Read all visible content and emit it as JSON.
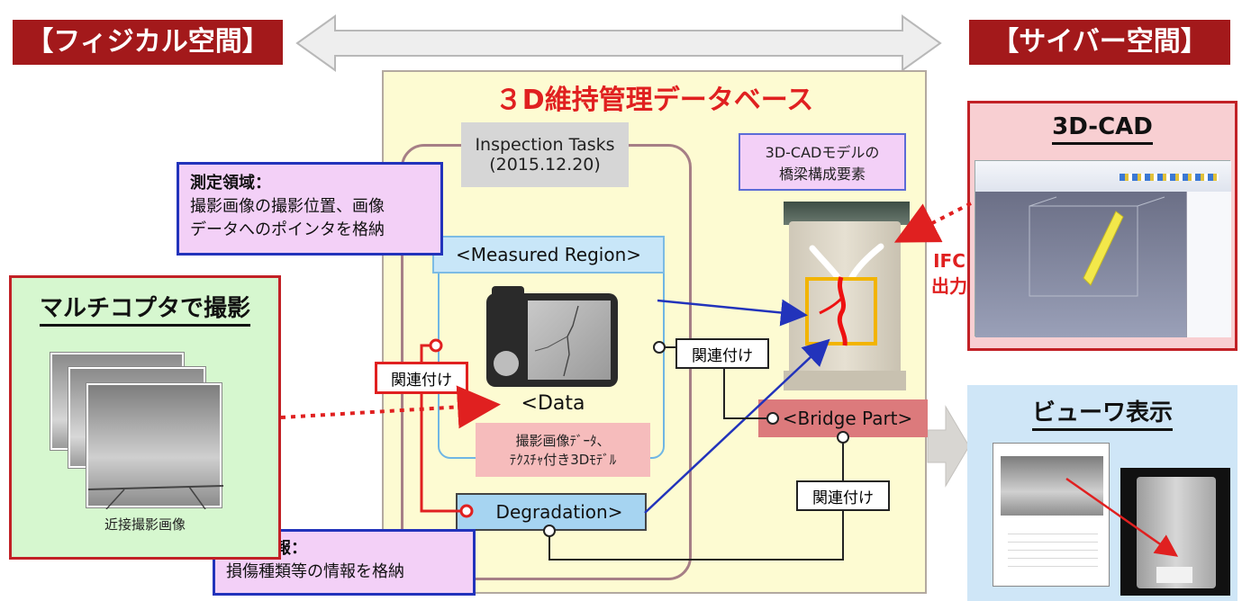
{
  "header": {
    "physical": "【フィジカル空間】",
    "cyber": "【サイバー空間】"
  },
  "database": {
    "title": "３D維持管理データベース",
    "inspection_tasks": [
      "Inspection Tasks",
      "(2015.12.20)"
    ],
    "measured_region": "<Measured Region>",
    "data_label": "<Data",
    "data_caption": [
      "撮影画像ﾃﾞｰﾀ、",
      "ﾃｸｽﾁｬ付き3Dﾓﾃﾞﾙ"
    ],
    "degradation": "Degradation>",
    "bridge_part": "<Bridge Part>",
    "cad_element_caption": [
      "3D-CADモデルの",
      "橋梁構成要素"
    ],
    "relation_label": "関連付け",
    "ifc_output": [
      "IFC",
      "出力"
    ]
  },
  "callouts": {
    "measurement_area": {
      "title": "測定領域：",
      "lines": [
        "撮影画像の撮影位置、画像",
        "データへのポインタを格納"
      ]
    },
    "damage_info": {
      "title": "損傷情報：",
      "lines": [
        "損傷種類等の情報を格納"
      ]
    }
  },
  "physical": {
    "title": "マルチコプタで撮影",
    "caption": "近接撮影画像"
  },
  "cyber": {
    "cad_title": "3D-CAD",
    "viewer_title": "ビューワ表示"
  },
  "colors": {
    "header_red": "#a3191b",
    "database_bg": "#fdfbd2",
    "physical_bg": "#d6f7cf",
    "cad_bg": "#f8cfd2",
    "viewer_bg": "#cfe6f7",
    "accent_red": "#e02020",
    "link_blue": "#2233bb"
  }
}
